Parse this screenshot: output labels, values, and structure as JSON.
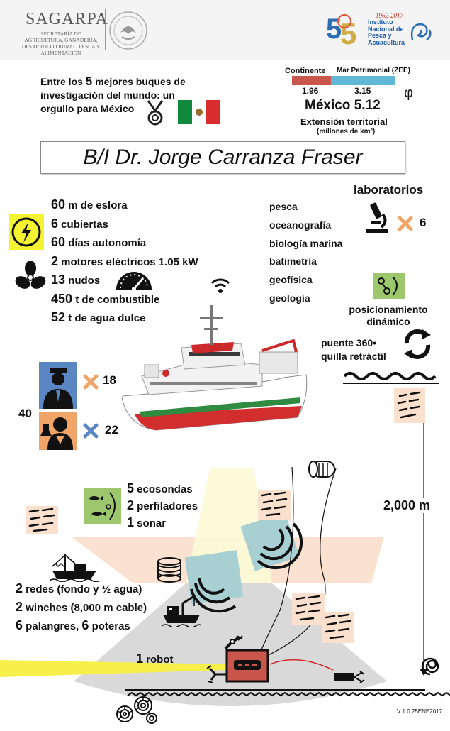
{
  "header": {
    "agency_name": "SAGARPA",
    "agency_subtitle": "SECRETARÍA DE AGRICULTURA, GANADERÍA, DESARROLLO RURAL, PESCA Y ALIMENTACIÓN",
    "institute_years": "1962-2017",
    "institute_name": "Instituto Nacional de Pesca y Acuacultura"
  },
  "intro": {
    "line1_pre": "Entre los ",
    "line1_num": "5",
    "line1_post": " mejores buques de",
    "line2": "investigación del mundo: un",
    "line3": "orgullo para México"
  },
  "territory": {
    "continent_label": "Continente",
    "zee_label": "Mar Patrimonial (ZEE)",
    "continent_value": "1.96",
    "zee_value": "3.15",
    "symbol": "φ",
    "mexico_total": "México 5.12",
    "caption": "Extensión territorial",
    "units": "(millones de km²)",
    "colors": {
      "continent": "#c9564b",
      "zee": "#5fb9d6"
    }
  },
  "title": "B/I Dr. Jorge Carranza Fraser",
  "specs": [
    {
      "num": "60",
      "text": " m de eslora"
    },
    {
      "num": "6",
      "text": " cubiertas"
    },
    {
      "num": "60",
      "text": " días autonomía"
    },
    {
      "num": "2",
      "text": " motores eléctricos 1.05 kW"
    },
    {
      "num": "13",
      "text": " nudos"
    },
    {
      "num": "450",
      "text": " t de combustible"
    },
    {
      "num": "52",
      "text": " t de agua dulce"
    }
  ],
  "disciplines": [
    "pesca",
    "oceanografía",
    "biología marina",
    "batimetría",
    "geofísica",
    "geología"
  ],
  "labs": {
    "label": "laboratorios",
    "count": "6"
  },
  "positioning": "posicionamiento dinámico",
  "bridge": {
    "line1": "puente 360•",
    "line2": "quilla retráctil"
  },
  "crew": {
    "total": "40",
    "officers": "18",
    "scientists": "22"
  },
  "acoustics": [
    {
      "num": "5",
      "text": " ecosondas"
    },
    {
      "num": "2",
      "text": " perfiladores"
    },
    {
      "num": "1",
      "text": " sonar"
    }
  ],
  "depth": "2,000 m",
  "gear": [
    {
      "num": "2",
      "text": " redes (fondo y ½ agua)"
    },
    {
      "num": "2",
      "text": " winches (8,000 m cable)"
    },
    {
      "num": "6",
      "text": " palangres, ",
      "num2": "6",
      "text2": " poteras"
    }
  ],
  "robot": {
    "num": "1",
    "text": " robot"
  },
  "version": "V 1.0 25ENE2017",
  "icons": [
    "eagle-seal-icon",
    "medal-icon",
    "mexico-flag-icon",
    "lightning-icon",
    "propeller-icon",
    "speedometer-icon",
    "wifi-icon",
    "microscope-icon",
    "times-icon",
    "positioning-icon",
    "rotate-arrows-icon",
    "waves-icon",
    "officer-icon",
    "scientist-icon",
    "fish-school-icon",
    "echo-sounder-icon",
    "trawler-icon",
    "cable-reel-icon",
    "crane-boat-icon",
    "rov-robot-icon",
    "nautilus-icon",
    "ammonite-icon"
  ]
}
